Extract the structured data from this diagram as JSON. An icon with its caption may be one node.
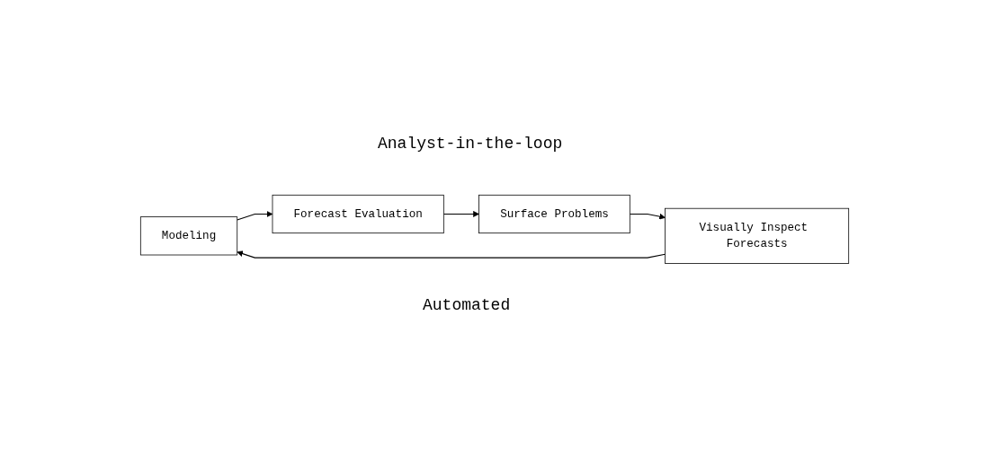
{
  "diagram": {
    "nodes": [
      {
        "text": [
          "Modeling"
        ]
      },
      {
        "text": [
          "Forecast Evaluation"
        ]
      },
      {
        "text": [
          "Surface Problems"
        ]
      },
      {
        "text": [
          "Visually Inspect Forecasts"
        ]
      }
    ],
    "edges": [
      {
        "from": 3,
        "to": 0,
        "arrow": "to"
      },
      {
        "from": 0,
        "to": 1,
        "arrow": "to"
      },
      {
        "from": 1,
        "to": 2,
        "arrow": "to"
      },
      {
        "from": 2,
        "to": 3,
        "arrow": "to"
      }
    ],
    "labels": [
      "Analyst-in-the-loop",
      "Automated"
    ]
  }
}
